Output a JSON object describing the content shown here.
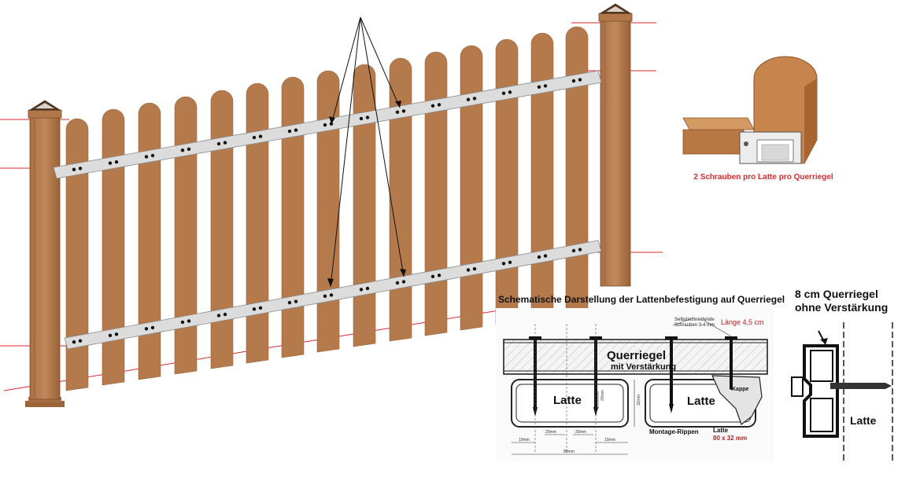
{
  "detail_caption": "2 Schrauben pro Latte pro Querriegel",
  "schematic": {
    "title": "Schematische Darstellung der Lattenbefestigung auf Querriegel",
    "screw_label_line1": "Selbstschneidende",
    "screw_label_line2": "Schrauben 3-4 mm",
    "screw_length": "Länge 4,5 cm",
    "rail_label": "Querriegel",
    "rail_sublabel": "mit Verstärkung",
    "latte_label": "Latte",
    "kappe_label": "Kappe",
    "ribs_label": "Montage-Rippen",
    "latte_size_label": "Latte",
    "latte_size_value": "80 x 32 mm",
    "dim_20": "20mm",
    "dim_32": "32mm",
    "dim_10": "10mm",
    "dim_80": "80mm"
  },
  "side_view": {
    "title_line1": "8 cm Querriegel",
    "title_line2": "ohne Verstärkung",
    "latte_label": "Latte"
  },
  "colors": {
    "wood": "#b57a4c",
    "wood_dark": "#9c6339",
    "rail": "#dcdcdc",
    "accent_red": "#d8282e"
  }
}
